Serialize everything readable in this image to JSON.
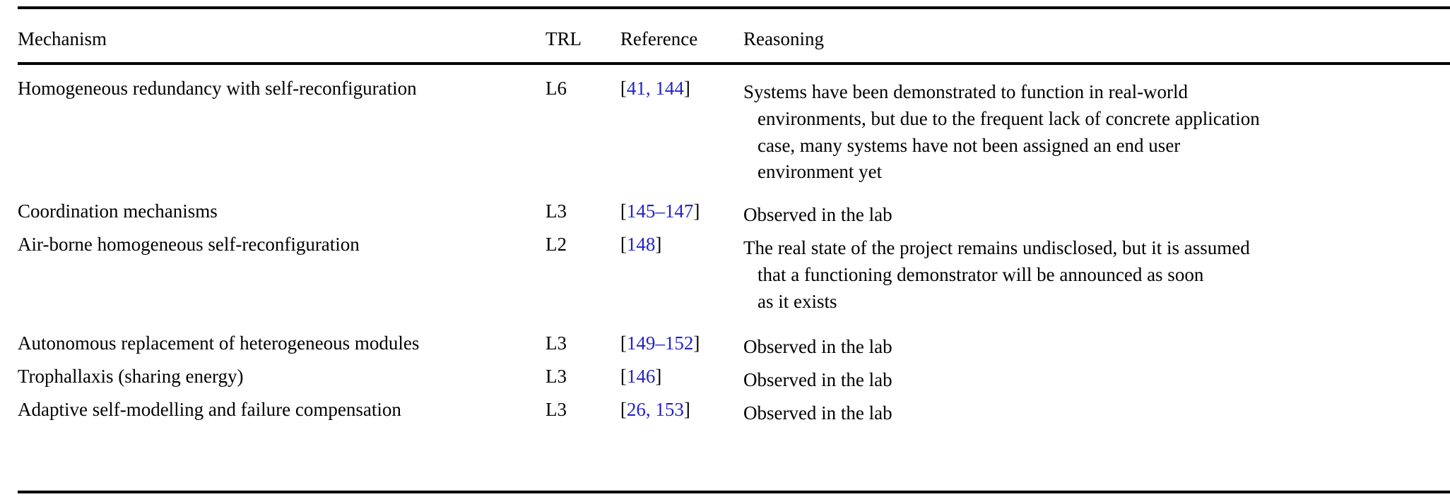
{
  "table": {
    "columns": [
      {
        "key": "mechanism",
        "label": "Mechanism"
      },
      {
        "key": "trl",
        "label": "TRL"
      },
      {
        "key": "reference",
        "label": "Reference"
      },
      {
        "key": "reasoning",
        "label": "Reasoning"
      }
    ],
    "rows": [
      {
        "mechanism": "Homogeneous redundancy with self-reconfiguration",
        "trl": "L6",
        "reference": {
          "open": "[",
          "numbers": "41, 144",
          "close": "]"
        },
        "reasoning": "Systems have been demonstrated to function in real-world environments, but due to the frequent lack of concrete application case, many systems have not been assigned an end user environment yet",
        "reasoning_lines": [
          "Systems have been demonstrated to function in real-world",
          "environments, but due to the frequent lack of concrete application",
          "case, many systems have not been assigned an end user",
          "environment yet"
        ]
      },
      {
        "mechanism": "Coordination mechanisms",
        "trl": "L3",
        "reference": {
          "open": "[",
          "numbers": "145–147",
          "close": "]"
        },
        "reasoning": "Observed in the lab",
        "reasoning_lines": [
          "Observed in the lab"
        ]
      },
      {
        "mechanism": "Air-borne homogeneous self-reconfiguration",
        "trl": "L2",
        "reference": {
          "open": "[",
          "numbers": "148",
          "close": "]"
        },
        "reasoning": "The real state of the project remains undisclosed, but it is assumed that a functioning demonstrator will be announced as soon as it exists",
        "reasoning_lines": [
          "The real state of the project remains undisclosed, but it is assumed",
          "that a functioning demonstrator will be announced as soon",
          "as it exists"
        ]
      },
      {
        "mechanism": "Autonomous replacement of heterogeneous modules",
        "trl": "L3",
        "reference": {
          "open": "[",
          "numbers": "149–152",
          "close": "]"
        },
        "reasoning": "Observed in the lab",
        "reasoning_lines": [
          "Observed in the lab"
        ]
      },
      {
        "mechanism": "Trophallaxis (sharing energy)",
        "trl": "L3",
        "reference": {
          "open": "[",
          "numbers": "146",
          "close": "]"
        },
        "reasoning": "Observed in the lab",
        "reasoning_lines": [
          "Observed in the lab"
        ]
      },
      {
        "mechanism": "Adaptive self-modelling and failure compensation",
        "trl": "L3",
        "reference": {
          "open": "[",
          "numbers": "26, 153",
          "close": "]"
        },
        "reasoning": "Observed in the lab",
        "reasoning_lines": [
          "Observed in the lab"
        ]
      }
    ]
  },
  "style": {
    "citation_color": "#2222cc",
    "text_color": "#000000",
    "rule_color": "#000000",
    "background": "#ffffff"
  }
}
